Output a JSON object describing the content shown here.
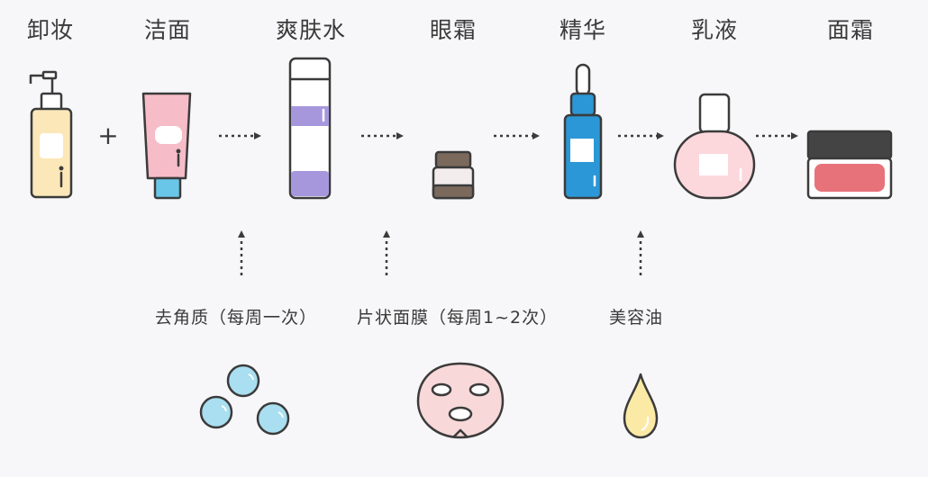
{
  "steps": [
    {
      "label": "卸妆",
      "icon": "pump-bottle-icon"
    },
    {
      "label": "洁面",
      "icon": "cleanser-tube-icon"
    },
    {
      "label": "爽肤水",
      "icon": "toner-bottle-icon"
    },
    {
      "label": "眼霜",
      "icon": "eye-cream-jar-icon"
    },
    {
      "label": "精华",
      "icon": "serum-dropper-icon"
    },
    {
      "label": "乳液",
      "icon": "lotion-bottle-icon"
    },
    {
      "label": "面霜",
      "icon": "face-cream-jar-icon"
    }
  ],
  "plus_sign": "+",
  "extras": [
    {
      "label": "去角质（每周一次）",
      "icon": "exfoliant-beads-icon"
    },
    {
      "label": "片状面膜（每周1~2次）",
      "icon": "sheet-mask-icon"
    },
    {
      "label": "美容油",
      "icon": "oil-drop-icon"
    }
  ],
  "colors": {
    "outline": "#3b3b3b",
    "background": "#f7f7f9",
    "cleansing_oil": "#fbe7b8",
    "pink": "#f6bcc8",
    "tube_cap": "#6ac6e8",
    "toner": "#a697dd",
    "eye_cream_cap": "#7b6a5c",
    "serum": "#2b97d6",
    "lotion": "#fcd8dd",
    "cream_lid": "#444444",
    "cream": "#e8727a",
    "beads": "#a9dff0",
    "mask": "#f8d8d8",
    "oil": "#fbeaa6"
  }
}
